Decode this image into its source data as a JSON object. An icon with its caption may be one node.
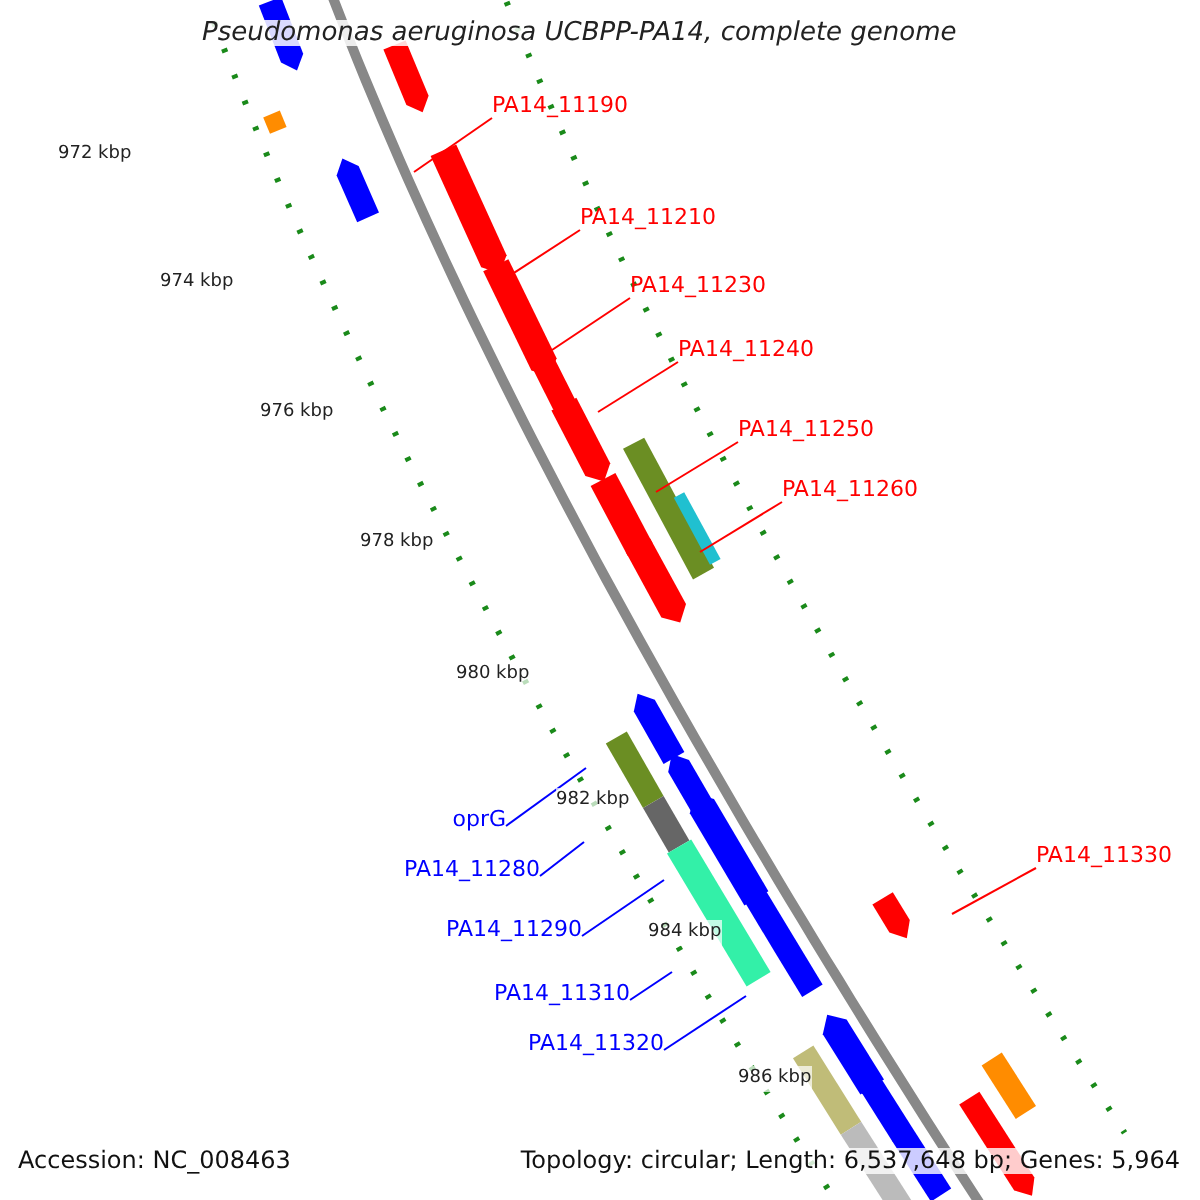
{
  "diagram": {
    "title": "Pseudomonas aeruginosa UCBPP-PA14, complete genome",
    "nodes": [
      {
        "text": [
          "PA14_11190"
        ]
      },
      {
        "text": [
          "PA14_11210"
        ]
      },
      {
        "text": [
          "PA14_11230"
        ]
      },
      {
        "text": [
          "PA14_11240"
        ]
      },
      {
        "text": [
          "PA14_11250"
        ]
      },
      {
        "text": [
          "PA14_11260"
        ]
      },
      {
        "text": [
          "oprG"
        ]
      },
      {
        "text": [
          "PA14_11330"
        ]
      },
      {
        "text": [
          "PA14_11280"
        ]
      },
      {
        "text": [
          "PA14_11290"
        ]
      },
      {
        "text": [
          "PA14_11310"
        ]
      },
      {
        "text": [
          "PA14_11320"
        ]
      }
    ],
    "edges": [
      {
        "from": 0,
        "to": null,
        "arrow": "none"
      },
      {
        "from": 1,
        "to": null,
        "arrow": "none"
      },
      {
        "from": 2,
        "to": null,
        "arrow": "none"
      },
      {
        "from": 3,
        "to": null,
        "arrow": "none"
      },
      {
        "from": 4,
        "to": null,
        "arrow": "none"
      },
      {
        "from": 5,
        "to": null,
        "arrow": "none"
      },
      {
        "from": 6,
        "to": null,
        "arrow": "none",
        "color": "#0000ff"
      },
      {
        "from": 7,
        "to": null,
        "arrow": "none"
      },
      {
        "from": 8,
        "to": null,
        "arrow": "none",
        "color": "#0000ff"
      },
      {
        "from": 9,
        "to": null,
        "arrow": "none",
        "color": "#0000ff"
      },
      {
        "from": 10,
        "to": null,
        "arrow": "none",
        "color": "#0000ff"
      },
      {
        "from": 11,
        "to": null,
        "arrow": "none",
        "color": "#0000ff"
      }
    ],
    "labels": [
      "972 kbp",
      "974 kbp",
      "976 kbp",
      "978 kbp",
      "980 kbp",
      "982 kbp",
      "984 kbp",
      "986 kbp",
      "Accession: NC_008463",
      "Topology: circular; Length: 6,537,648 bp; Genes: 5,964"
    ]
  }
}
